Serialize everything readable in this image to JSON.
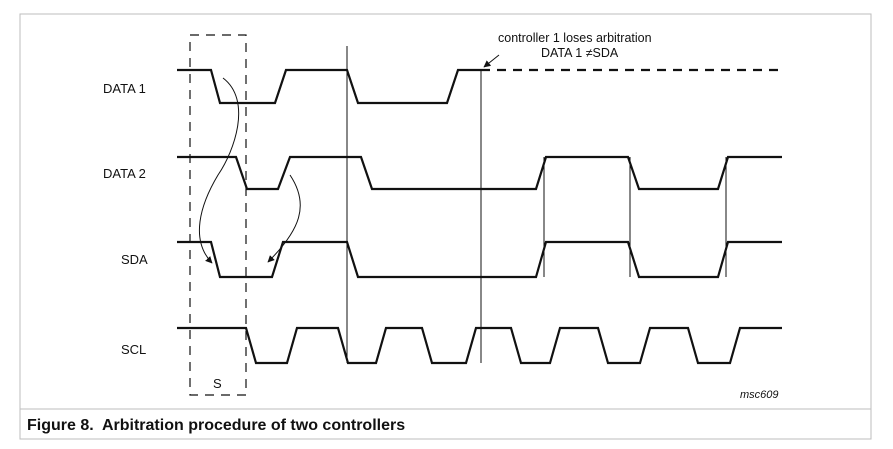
{
  "signals": [
    "DATA 1",
    "DATA 2",
    "SDA",
    "SCL"
  ],
  "annotation": {
    "line1": "controller 1 loses arbitration",
    "line2": "DATA 1 ≠SDA"
  },
  "start_label": "S",
  "figure_code": "msc609",
  "caption": "Figure 8.  Arbitration procedure of two controllers",
  "colors": {
    "ink": "#111111",
    "frame": "#bdbdbd",
    "background": "#ffffff"
  }
}
